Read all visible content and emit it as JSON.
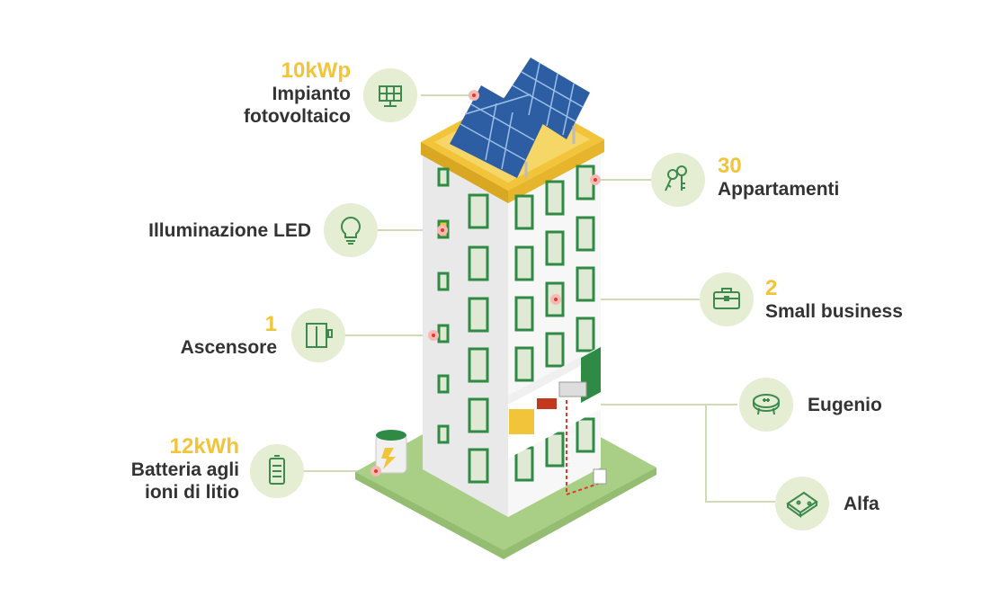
{
  "features": {
    "pv": {
      "value": "10kWp",
      "line1": "Impianto",
      "line2": "fotovoltaico",
      "icon": "solar-panel-icon"
    },
    "apartments": {
      "value": "30",
      "label": "Appartamenti",
      "icon": "keys-icon"
    },
    "led": {
      "label": "Illuminazione LED",
      "icon": "lightbulb-icon"
    },
    "business": {
      "value": "2",
      "label": "Small business",
      "icon": "briefcase-icon"
    },
    "elevator": {
      "value": "1",
      "label": "Ascensore",
      "icon": "elevator-icon"
    },
    "eugenio": {
      "label": "Eugenio",
      "icon": "sensor-hub-icon"
    },
    "battery": {
      "value": "12kWh",
      "line1": "Batteria agli",
      "line2": "ioni di litio",
      "icon": "battery-icon"
    },
    "alfa": {
      "label": "Alfa",
      "icon": "meter-device-icon"
    }
  },
  "colors": {
    "accent": "#f2c43a",
    "text": "#333333",
    "icon_bg": "#e5edd3",
    "icon_stroke": "#3d8a4f",
    "marker": "#e03a2f",
    "ground": "#a9cf87",
    "window": "#2e8a45"
  }
}
